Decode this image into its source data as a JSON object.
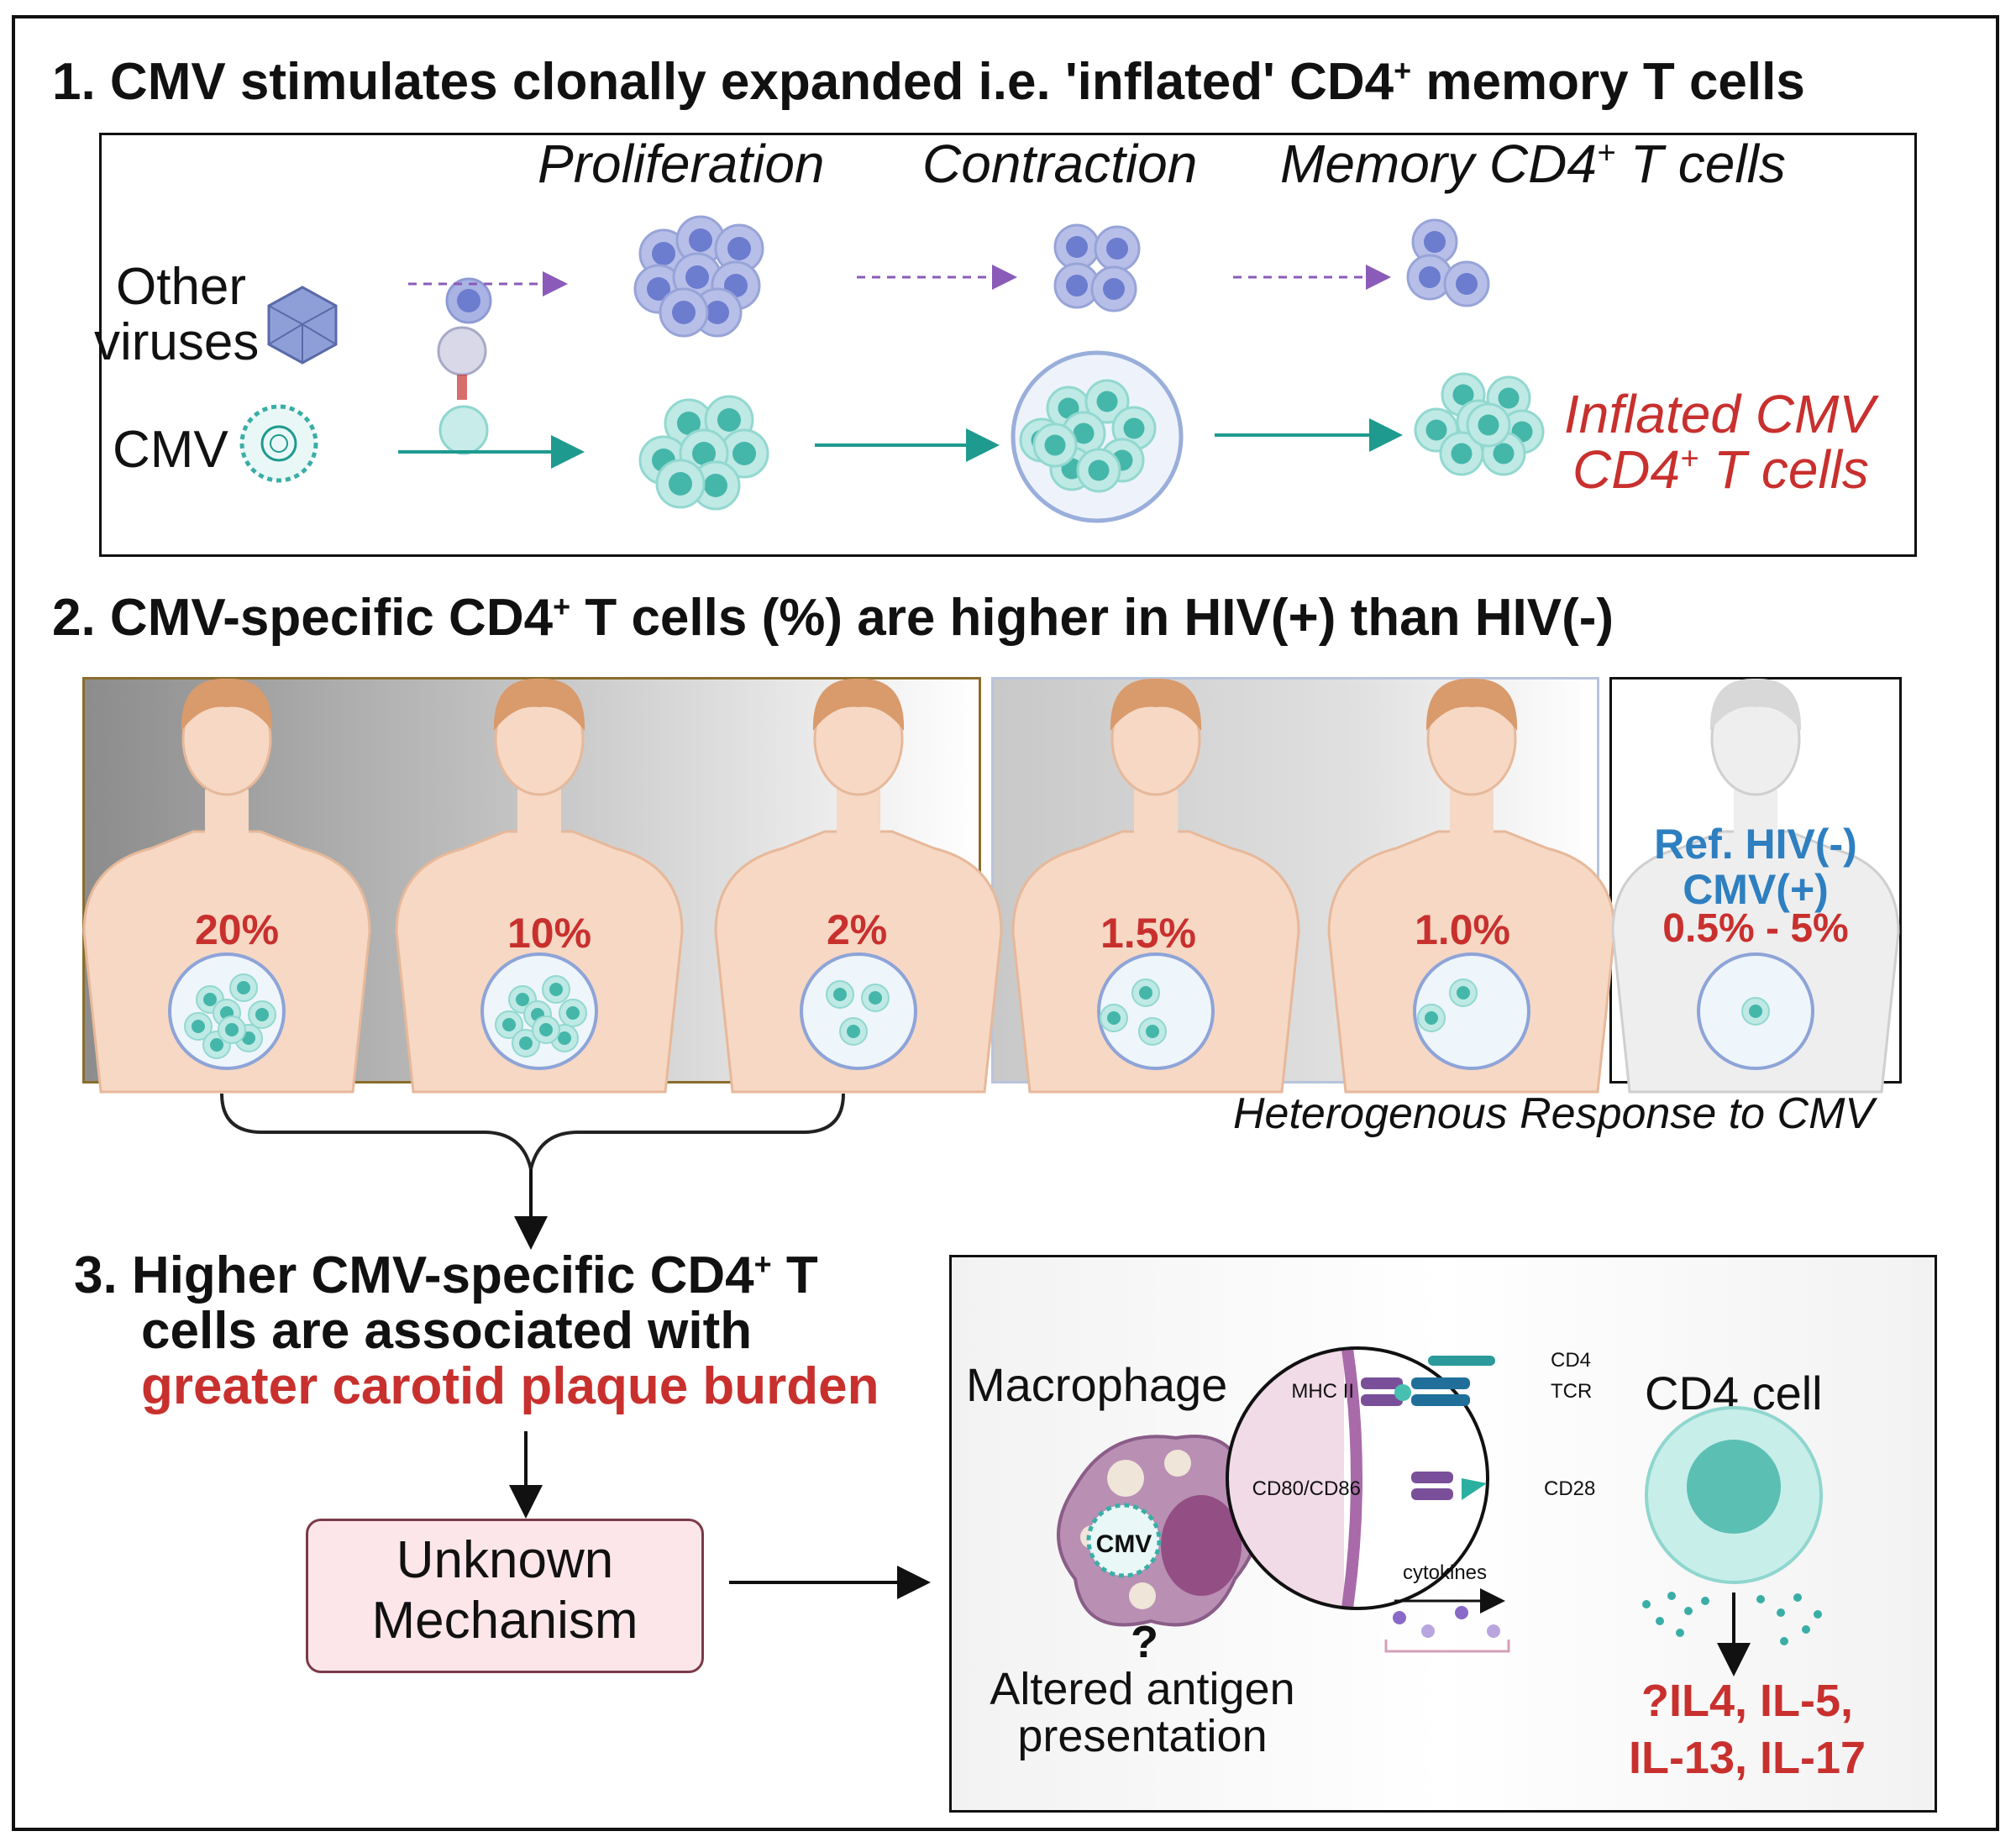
{
  "section1": {
    "title_prefix": "1. CMV stimulates clonally expanded i.e.  'inflated' CD4",
    "title_sup": "+",
    "title_suffix": " memory T cells",
    "stage_proliferation": "Proliferation",
    "stage_contraction": "Contraction",
    "stage_memory_prefix": "Memory CD4",
    "stage_memory_sup": "+",
    "stage_memory_suffix": "  T cells",
    "row_other_line1": "Other",
    "row_other_line2": "viruses",
    "row_cmv": "CMV",
    "inflated_line1": "Inflated CMV",
    "inflated_line2_prefix": "CD4",
    "inflated_line2_sup": "+",
    "inflated_line2_suffix": " T cells"
  },
  "section2": {
    "title_prefix": "2. CMV-specific CD4",
    "title_sup": "+",
    "title_suffix": " T cells (%) are higher in HIV(+) than HIV(-)",
    "persons": [
      {
        "pct": "20%"
      },
      {
        "pct": "10%"
      },
      {
        "pct": "2%"
      },
      {
        "pct": "1.5%"
      },
      {
        "pct": "1.0%"
      }
    ],
    "reference_line1": "Ref. HIV(-)",
    "reference_line2": "CMV(+)",
    "reference_range": "0.5% - 5%",
    "caption": "Heterogenous Response to CMV"
  },
  "section3": {
    "title_line1_prefix": "3. Higher CMV-specific CD4",
    "title_line1_sup": "+",
    "title_line1_suffix": " T",
    "title_line2": "cells are associated with",
    "title_line3": "greater carotid plaque burden",
    "mechanism_line1": "Unknown",
    "mechanism_line2": "Mechanism",
    "macrophage_label": "Macrophage",
    "macrophage_virus": "CMV",
    "question_mark": "?",
    "altered_line1": "Altered antigen",
    "altered_line2": "presentation",
    "synapse": {
      "mhc": "MHC II",
      "cd4": "CD4",
      "tcr": "TCR",
      "cd80": "CD80/CD86",
      "cd28": "CD28",
      "cytokines": "cytokines"
    },
    "cd4_cell_label": "CD4 cell",
    "cytokine_line1": "?IL4, IL-5,",
    "cytokine_line2": "IL-13, IL-17"
  },
  "colors": {
    "accent_red": "#c8302e",
    "reference_blue": "#2e7fc0",
    "cmv_teal": "#1f9a8f",
    "other_purple": "#8a5bb8",
    "mechanism_border": "#7a3a4a"
  }
}
